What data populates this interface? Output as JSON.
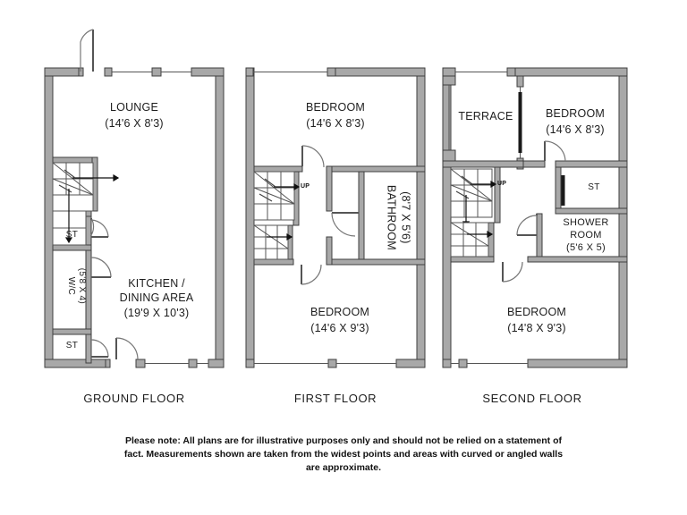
{
  "floors": [
    {
      "id": "ground",
      "title": "GROUND FLOOR",
      "rooms": [
        {
          "name": "LOUNGE",
          "dim": "(14'6 X 8'3)"
        },
        {
          "name": "KITCHEN /",
          "name2": "DINING AREA",
          "dim": "(19'9 X 10'3)"
        },
        {
          "name": "ST",
          "dim": ""
        },
        {
          "name": "W/C",
          "dim": "(5'8 X 4)"
        },
        {
          "name": "ST",
          "dim": ""
        }
      ]
    },
    {
      "id": "first",
      "title": "FIRST FLOOR",
      "rooms": [
        {
          "name": "BEDROOM",
          "dim": "(14'6 X 8'3)"
        },
        {
          "name": "BATHROOM",
          "dim": "(8'7 X 5'6)"
        },
        {
          "name": "BEDROOM",
          "dim": "(14'6 X 9'3)"
        }
      ],
      "stair_marker": "UP"
    },
    {
      "id": "second",
      "title": "SECOND FLOOR",
      "rooms": [
        {
          "name": "TERRACE",
          "dim": ""
        },
        {
          "name": "BEDROOM",
          "dim": "(14'6 X 8'3)"
        },
        {
          "name": "ST",
          "dim": ""
        },
        {
          "name": "SHOWER",
          "name2": "ROOM",
          "dim": "(5'6 X 5)"
        },
        {
          "name": "BEDROOM",
          "dim": "(14'8 X 9'3)"
        }
      ],
      "stair_marker": "UP"
    }
  ],
  "labels": {
    "ground_lounge_name": "LOUNGE",
    "ground_lounge_dim": "(14'6 X 8'3)",
    "ground_kitchen_name": "KITCHEN /",
    "ground_kitchen_name2": "DINING AREA",
    "ground_kitchen_dim": "(19'9 X 10'3)",
    "ground_st_top": "ST",
    "ground_wc_name": "W/C",
    "ground_wc_dim": "(5'8 X 4)",
    "ground_st_bottom": "ST",
    "ground_title": "GROUND FLOOR",
    "first_bedroom_top_name": "BEDROOM",
    "first_bedroom_top_dim": "(14'6 X 8'3)",
    "first_bathroom_name": "BATHROOM",
    "first_bathroom_dim": "(8'7 X 5'6)",
    "first_bedroom_bottom_name": "BEDROOM",
    "first_bedroom_bottom_dim": "(14'6 X 9'3)",
    "first_up": "UP",
    "first_title": "FIRST FLOOR",
    "second_terrace": "TERRACE",
    "second_bedroom_top_name": "BEDROOM",
    "second_bedroom_top_dim": "(14'6 X 8'3)",
    "second_st": "ST",
    "second_shower_name": "SHOWER",
    "second_shower_name2": "ROOM",
    "second_shower_dim": "(5'6 X 5)",
    "second_bedroom_bottom_name": "BEDROOM",
    "second_bedroom_bottom_dim": "(14'8 X 9'3)",
    "second_up": "UP",
    "second_title": "SECOND FLOOR"
  },
  "disclaimer": "Please note: All plans are for illustrative purposes only and should not be relied on a statement of fact. Measurements shown are taken from the widest points and areas with curved or angled walls are approximate.",
  "colors": {
    "wall_fill": "#a8a8a8",
    "wall_stroke": "#3f3f3f",
    "text": "#1d1d1d",
    "background": "#ffffff",
    "thin_line": "#555555"
  }
}
